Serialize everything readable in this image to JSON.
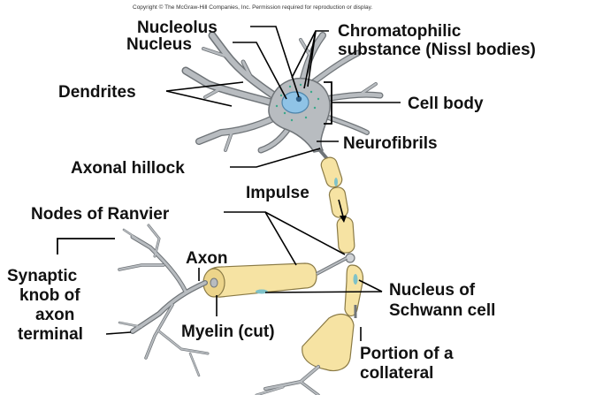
{
  "copyright": "Copyright © The McGraw-Hill Companies, Inc. Permission required for reproduction or display.",
  "labels": {
    "nucleolus": "Nucleolus",
    "nucleus": "Nucleus",
    "chromatophilic_1": "Chromatophilic",
    "chromatophilic_2": "substance (Nissl bodies)",
    "dendrites": "Dendrites",
    "cell_body": "Cell body",
    "neurofibrils": "Neurofibrils",
    "axonal_hillock": "Axonal hillock",
    "impulse": "Impulse",
    "nodes_of_ranvier": "Nodes of Ranvier",
    "axon": "Axon",
    "synaptic_1": "Synaptic",
    "synaptic_2": "knob of",
    "synaptic_3": "axon",
    "synaptic_4": "terminal",
    "nucleus_schwann_1": "Nucleus of",
    "nucleus_schwann_2": "Schwann cell",
    "myelin_cut": "Myelin (cut)",
    "portion_collateral_1": "Portion of a",
    "portion_collateral_2": "collateral"
  },
  "colors": {
    "neuron_fill": "#b8bcc0",
    "neuron_edge": "#6f7478",
    "myelin_fill": "#f6e3a3",
    "nucleus_fill": "#8fc3e6",
    "label_text": "#111111"
  }
}
